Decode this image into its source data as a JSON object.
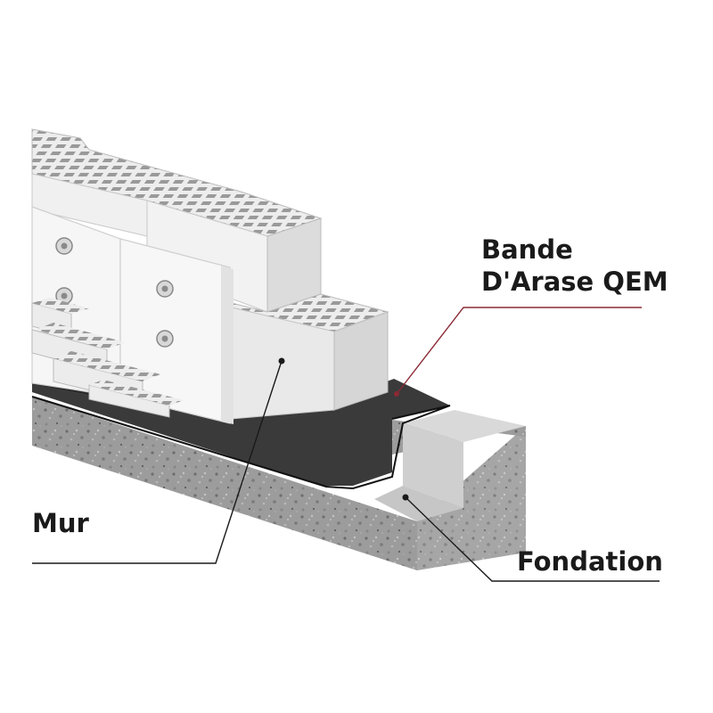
{
  "labels": {
    "bande_line1": "Bande",
    "bande_line2": "D'Arase QEM",
    "mur": "Mur",
    "fondation": "Fondation"
  },
  "colors": {
    "membrane": "#3a3a3a",
    "block_light": "#f4f4f4",
    "block_mid": "#e4e4e4",
    "block_shade": "#d2d2d2",
    "concrete": "#9a9a9a",
    "leader_bande": "#8a2a35",
    "leader": "#1a1a1a"
  }
}
